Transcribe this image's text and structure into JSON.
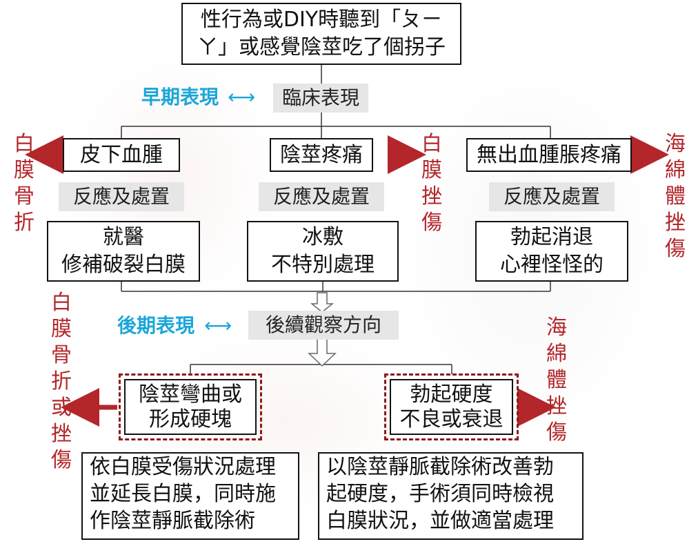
{
  "top_box": {
    "line1": "性行為或DIY時聽到「ㄆㄧ",
    "line2": "ㄚ」或感覺陰莖吃了個拐子"
  },
  "early": {
    "label": "早期表現",
    "arrow": "⟷",
    "clinical": "臨床表現"
  },
  "col_left": {
    "symptom": "皮下血腫",
    "reaction": "反應及處置",
    "action_line1": "就醫",
    "action_line2": "修補破裂白膜",
    "diagnosis": "白膜骨折"
  },
  "col_middle": {
    "symptom": "陰莖疼痛",
    "reaction": "反應及處置",
    "action_line1": "冰敷",
    "action_line2": "不特別處理",
    "diagnosis": "白膜挫傷"
  },
  "col_right": {
    "symptom": "無出血腫脹疼痛",
    "reaction": "反應及處置",
    "action_line1": "勃起消退",
    "action_line2": "心裡怪怪的",
    "diagnosis": "海綿體挫傷"
  },
  "late": {
    "label": "後期表現",
    "arrow": "⟷",
    "followup": "後續觀察方向"
  },
  "late_left": {
    "issue_line1": "陰莖彎曲或",
    "issue_line2": "形成硬塊",
    "diagnosis": "白膜骨折或挫傷",
    "treatment_line1": "依白膜受傷狀況處理",
    "treatment_line2": "並延長白膜，同時施",
    "treatment_line3": "作陰莖靜脈截除術"
  },
  "late_right": {
    "issue_line1": "勃起硬度",
    "issue_line2": "不良或衰退",
    "diagnosis": "海綿體挫傷",
    "treatment_line1": "以陰莖靜脈截除術改善勃",
    "treatment_line2": "起硬度，手術須同時檢視",
    "treatment_line3": "白膜狀況，並做適當處理"
  },
  "colors": {
    "label_blue": "#1aa6d8",
    "diag_red": "#b3262a",
    "dashed_red": "#8b1a1a"
  }
}
